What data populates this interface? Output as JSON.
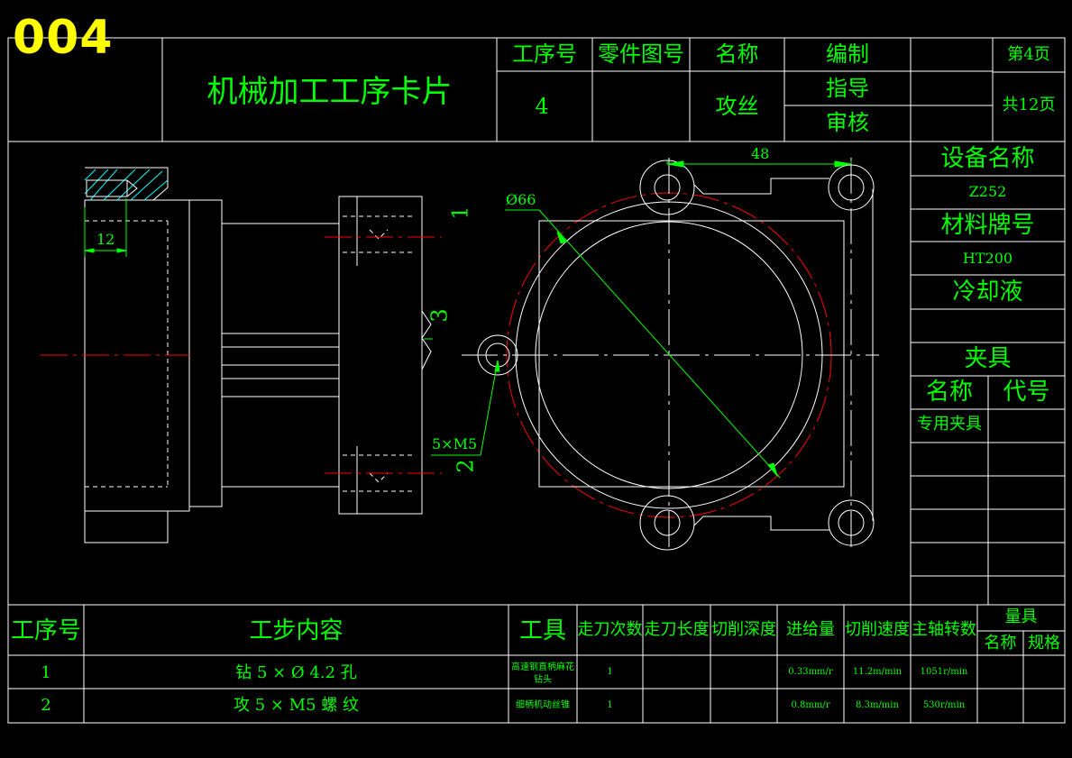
{
  "sheet_id": "004",
  "title": "机械加工工序卡片",
  "header": {
    "op_no_label": "工序号",
    "part_no_label": "零件图号",
    "name_label": "名称",
    "compile_label": "编制",
    "guide_label": "指导",
    "review_label": "审核",
    "op_no_value": "4",
    "name_value": "攻丝",
    "page_label": "第4页",
    "total_label": "共12页"
  },
  "side_panel": {
    "equipment_label": "设备名称",
    "equipment_value": "Z252",
    "material_label": "材料牌号",
    "material_value": "HT200",
    "coolant_label": "冷却液",
    "fixture_label": "夹具",
    "fixture_name_label": "名称",
    "fixture_code_label": "代号",
    "fixture_name_value": "专用夹具"
  },
  "drawing": {
    "dim_48": "48",
    "dim_phi66": "Ø66",
    "dim_12": "12",
    "thread_note": "5×M5",
    "ref_1": "1",
    "ref_2": "2",
    "ref_3": "3"
  },
  "steps_table": {
    "headers": {
      "op_no": "工序号",
      "content": "工步内容",
      "tool": "工具",
      "passes": "走刀次数",
      "length": "走刀长度",
      "depth": "切削深度",
      "feed": "进给量",
      "speed": "切削速度",
      "rpm": "主轴转数",
      "gauge": "量具",
      "gauge_name": "名称",
      "gauge_spec": "规格"
    },
    "rows": [
      {
        "op_no": "1",
        "content": "钻 5 × Ø 4.2 孔",
        "tool": "高速钢直柄麻花钻头",
        "passes": "1",
        "length": "",
        "depth": "",
        "feed": "0.33mm/r",
        "speed": "11.2m/min",
        "rpm": "1051r/min",
        "gauge_name": "",
        "gauge_spec": ""
      },
      {
        "op_no": "2",
        "content": "攻 5 × M5 螺 纹",
        "tool": "细柄机动丝锥",
        "passes": "1",
        "length": "",
        "depth": "",
        "feed": "0.8mm/r",
        "speed": "8.3m/min",
        "rpm": "530r/min",
        "gauge_name": "",
        "gauge_spec": ""
      }
    ]
  },
  "colors": {
    "background": "#000000",
    "text": "#00ff00",
    "lines": "#ffffff",
    "centerline": "#ff0000",
    "hatch": "#00ffff",
    "sheet_id": "#ffff00"
  }
}
